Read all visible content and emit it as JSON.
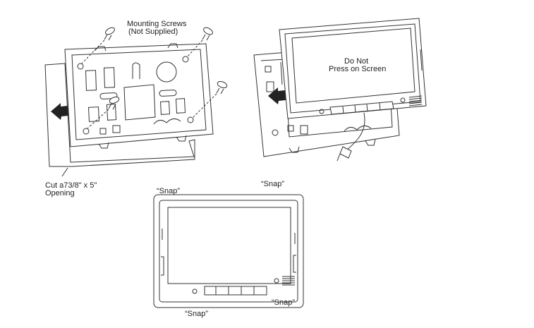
{
  "labels": {
    "mounting_screws_line1": "Mounting Screws",
    "mounting_screws_line2": "(Not Supplied)",
    "cut_line1": "Cut a73/8\" x 5\"",
    "cut_line2": "Opening",
    "do_not_line1": "Do Not",
    "do_not_line2": "Press on Screen",
    "snap_top_left": "“Snap”",
    "snap_top_right": "“Snap”",
    "snap_bottom_left": "“Snap”",
    "snap_bottom_right": "“Snap”"
  }
}
